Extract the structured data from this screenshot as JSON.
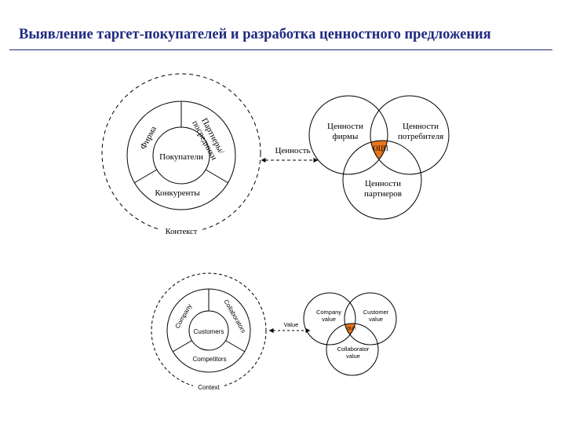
{
  "slide": {
    "title": "Выявление таргет-покупателей и разработка ценностного предложения"
  },
  "colors": {
    "title": "#1f2a80",
    "overlap_fill": "#e8741e",
    "line": "#000000"
  },
  "russian_diagram": {
    "center": "Покупатели",
    "segment_company": "Фирма",
    "segment_partners_line1": "Партнеры/",
    "segment_partners_line2": "посредники",
    "segment_competitors": "Конкуренты",
    "context": "Контекст",
    "arrow_label": "Ценность",
    "venn_company_line1": "Ценности",
    "venn_company_line2": "фирмы",
    "venn_customer_line1": "Ценности",
    "venn_customer_line2": "потребителя",
    "venn_partners_line1": "Ценности",
    "venn_partners_line2": "партнеров",
    "overlap_label": "ОЦП"
  },
  "english_diagram": {
    "center": "Customers",
    "segment_company": "Company",
    "segment_collaborators": "Collaborators",
    "segment_competitors": "Competitors",
    "context": "Context",
    "arrow_label": "Value",
    "venn_company_line1": "Company",
    "venn_company_line2": "value",
    "venn_customer_line1": "Customer",
    "venn_customer_line2": "value",
    "venn_collaborator_line1": "Collaborator",
    "venn_collaborator_line2": "value",
    "overlap_label": "ОЦП"
  }
}
